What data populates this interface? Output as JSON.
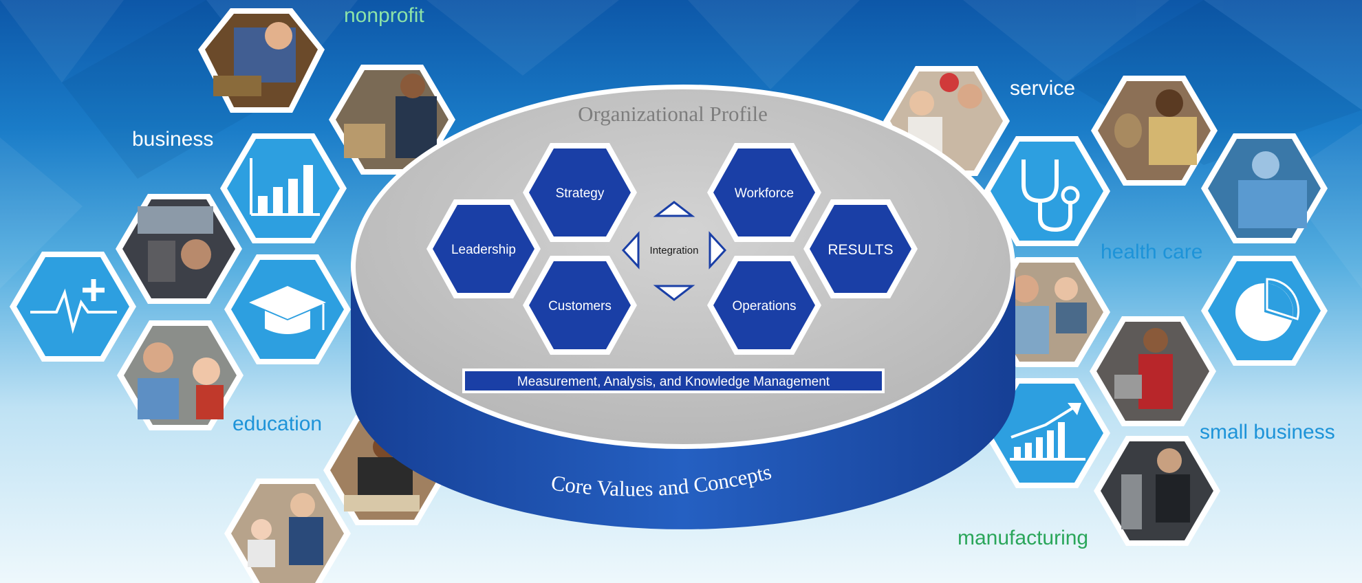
{
  "diagram": {
    "org_profile": "Organizational Profile",
    "core_values": "Core Values and Concepts",
    "integration": "Integration",
    "measurement": "Measurement, Analysis, and Knowledge Management",
    "categories": {
      "leadership": "Leadership",
      "strategy": "Strategy",
      "customers": "Customers",
      "workforce": "Workforce",
      "operations": "Operations",
      "results": "RESULTS"
    }
  },
  "sectors": {
    "nonprofit": "nonprofit",
    "business": "business",
    "education": "education",
    "service": "service",
    "health_care": "health care",
    "small_business": "small business",
    "manufacturing": "manufacturing"
  },
  "photos": [
    "worker-at-machine-photo",
    "police-officer-classroom-photo",
    "flight-simulator-photo",
    "eye-exam-child-photo",
    "students-studying-photo",
    "mother-child-play-photo",
    "doctor-patient-photo",
    "man-with-dog-photo",
    "surgeons-photo",
    "woman-with-baby-photo",
    "chef-in-kitchen-photo",
    "machinist-photo"
  ],
  "icons": [
    "bar-chart-icon",
    "graduation-cap-icon",
    "health-pulse-icon",
    "stethoscope-icon",
    "pie-chart-icon",
    "growth-chart-icon"
  ],
  "colors": {
    "hex_blue": "#1a5bb8",
    "hex_border": "#ffffff",
    "icon_hex": "#2d9fe0",
    "ellipse_top": "#c6c6c6",
    "cylinder_side": "#1f52b0"
  }
}
